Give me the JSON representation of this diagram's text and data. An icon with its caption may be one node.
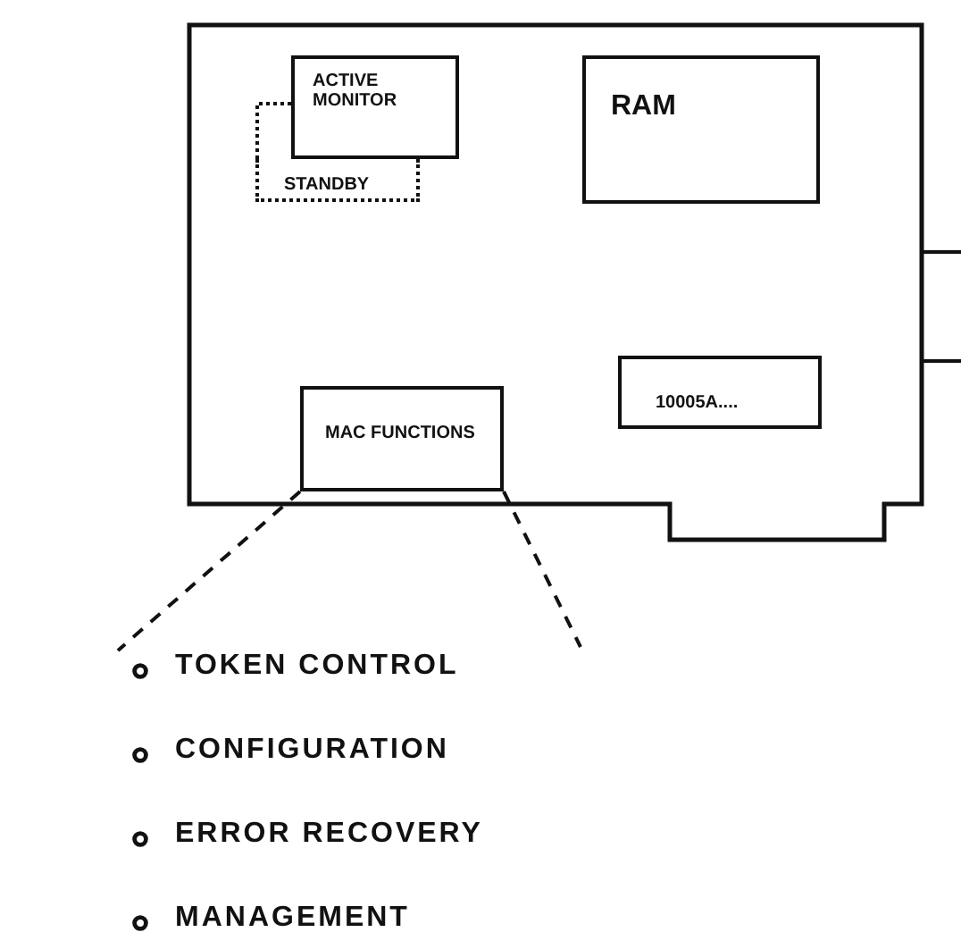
{
  "diagram": {
    "nodes": [
      {
        "text": [],
        "shape": "box"
      },
      {
        "text": [
          "ACTIVE MONITOR"
        ],
        "in": 0
      },
      {
        "text": [
          "STANDBY"
        ],
        "in": 0
      },
      {
        "text": [
          "RAM"
        ],
        "in": 0
      },
      {
        "text": [
          "10005A...."
        ],
        "in": 0
      },
      {
        "text": [
          "MAC FUNCTIONS"
        ],
        "in": 0
      },
      {
        "text": [
          "TOKEN CONTROL",
          "CONFIGURATION",
          "ERROR RECOVERY",
          "MANAGEMENT"
        ]
      }
    ],
    "edges": [
      {
        "from": 5,
        "to": 6,
        "arrow": "none",
        "style": "dashed"
      },
      {
        "from": 5,
        "to": 6,
        "arrow": "none",
        "style": "dashed"
      }
    ]
  }
}
